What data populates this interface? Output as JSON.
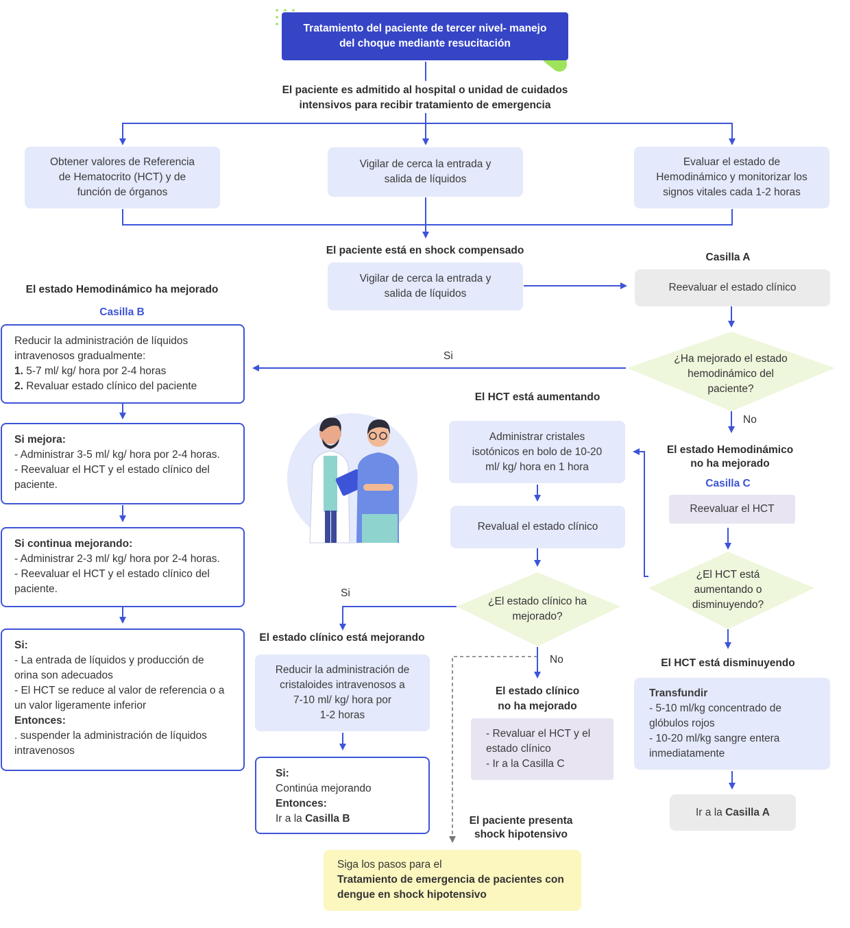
{
  "title": [
    "Tratamiento del paciente de tercer nivel- manejo",
    "del choque mediante resucitación"
  ],
  "admitted": [
    "El paciente es admitido al hospital o unidad de cuidados",
    "intensivos para recibir tratamiento de emergencia"
  ],
  "top_boxes": {
    "left": [
      "Obtener valores de Referencia",
      "de Hematocrito (HCT) y de",
      "función de órganos"
    ],
    "middle": [
      "Vigilar de cerca la entrada y",
      "salida de líquidos"
    ],
    "right": [
      "Evaluar el estado de",
      "Hemodinámico y monitorizar los",
      "signos vitales cada 1-2 horas"
    ]
  },
  "compensated": {
    "label": "El paciente está en shock compensado",
    "box": [
      "Vigilar de cerca la entrada y",
      "salida de líquidos"
    ]
  },
  "casilla_a": {
    "label": "Casilla A",
    "box": "Reevaluar el estado clínico",
    "question": [
      "¿Ha mejorado el estado",
      "hemodinámico del",
      "paciente?"
    ],
    "yes": "Si",
    "no": "No"
  },
  "left_column": {
    "improved_label": "El estado Hemodinámico ha mejorado",
    "casilla_b": "Casilla B",
    "box1": {
      "line1": "Reducir la administración de líquidos",
      "line2": "intravenosos gradualmente:",
      "n1": "1.",
      "item1": " 5-7 ml/ kg/ hora por 2-4 horas",
      "n2": "2.",
      "item2": " Revaluar estado clínico del paciente"
    },
    "box2": {
      "heading": "Si mejora:",
      "lines": [
        "- Administrar 3-5 ml/ kg/ hora por 2-4 horas.",
        "- Reevaluar el HCT y el estado clínico del",
        "paciente."
      ]
    },
    "box3": {
      "heading": "Si continua mejorando:",
      "lines": [
        "- Administrar 2-3 ml/ kg/ hora por 2-4 horas.",
        "- Reevaluar el HCT y el estado clínico del",
        "paciente."
      ]
    },
    "box4": {
      "heading": "Si:",
      "lines": [
        "- La entrada de líquidos y producción de",
        "orina son adecuados",
        "- El HCT se reduce al valor de referencia o a",
        "un valor ligeramente inferior"
      ],
      "then": "Entonces:",
      "after": [
        ". suspender la administración de líquidos",
        "intravenosos"
      ]
    }
  },
  "hct_rising": {
    "label": "El HCT está aumentando",
    "box1": [
      "Administrar cristales",
      "isotónicos en bolo de 10-20",
      "ml/ kg/ hora en 1 hora"
    ],
    "box2": "Revalual el estado clínico",
    "question": [
      "¿El estado clínico ha",
      "mejorado?"
    ],
    "yes": "Si",
    "no": "No"
  },
  "clinical_improving": {
    "label": "El estado clínico está mejorando",
    "box1": [
      "Reducir la administración de",
      "cristaloides intravenosos a",
      "7-10 ml/ kg/ hora por",
      "1-2 horas"
    ],
    "box2": {
      "si": "Si:",
      "line": "Continúa mejorando",
      "then": "Entonces:",
      "go_prefix": "Ir a la ",
      "go_target": "Casilla B"
    }
  },
  "not_improved": {
    "label": [
      "El estado clínico",
      "no ha mejorado"
    ],
    "box": [
      "- Revaluar el HCT y el",
      "estado clínico",
      "- Ir a la Casilla C"
    ]
  },
  "hypotensive": {
    "label": [
      "El paciente presenta",
      "shock hipotensivo"
    ],
    "box_line1": "Siga los pasos para el",
    "box_bold": [
      "Tratamiento de emergencia de pacientes con",
      "dengue en shock hipotensivo"
    ]
  },
  "casilla_c": {
    "label": [
      "El estado Hemodinámico",
      "no ha mejorado"
    ],
    "casilla": "Casilla C",
    "box": "Reevaluar el HCT",
    "question": [
      "¿El HCT está",
      "aumentando o",
      "disminuyendo?"
    ]
  },
  "hct_falling": {
    "label": "El HCT está disminuyendo",
    "heading": "Transfundir",
    "lines": [
      "- 5-10 ml/kg concentrado de",
      "glóbulos rojos",
      "- 10-20 ml/kg sangre entera",
      "inmediatamente"
    ],
    "go_prefix": "Ir a la ",
    "go_target": "Casilla A"
  },
  "colors": {
    "accent": "#3d54d8",
    "title_bg": "#3645c6",
    "lavender": "#e4e9fb",
    "diamond": "#eef6dc",
    "yellow": "#fbf7bf",
    "gray": "#ebebeb",
    "pill": "#9ee35a"
  },
  "illustration": "doctor-and-nurse-illustration"
}
